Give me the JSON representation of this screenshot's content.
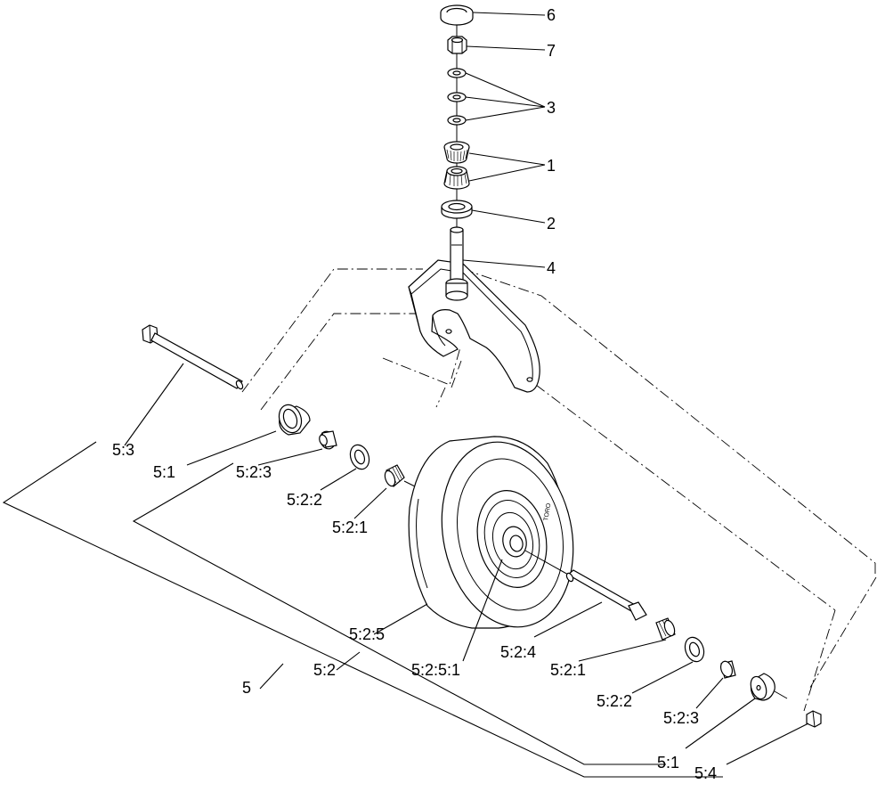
{
  "callouts": {
    "c6": "6",
    "c7": "7",
    "c3": "3",
    "c1": "1",
    "c2": "2",
    "c4": "4",
    "c5_3": "5:3",
    "c5_1_left": "5:1",
    "c5_2_3_left": "5:2:3",
    "c5_2_2_left": "5:2:2",
    "c5_2_1_left": "5:2:1",
    "c5_2_5": "5:2:5",
    "c5_2": "5:2",
    "c5": "5",
    "c5_2_5_1": "5:2:5:1",
    "c5_2_4": "5:2:4",
    "c5_2_1_right": "5:2:1",
    "c5_2_2_right": "5:2:2",
    "c5_2_3_right": "5:2:3",
    "c5_1_right": "5:1",
    "c5_4": "5:4"
  }
}
